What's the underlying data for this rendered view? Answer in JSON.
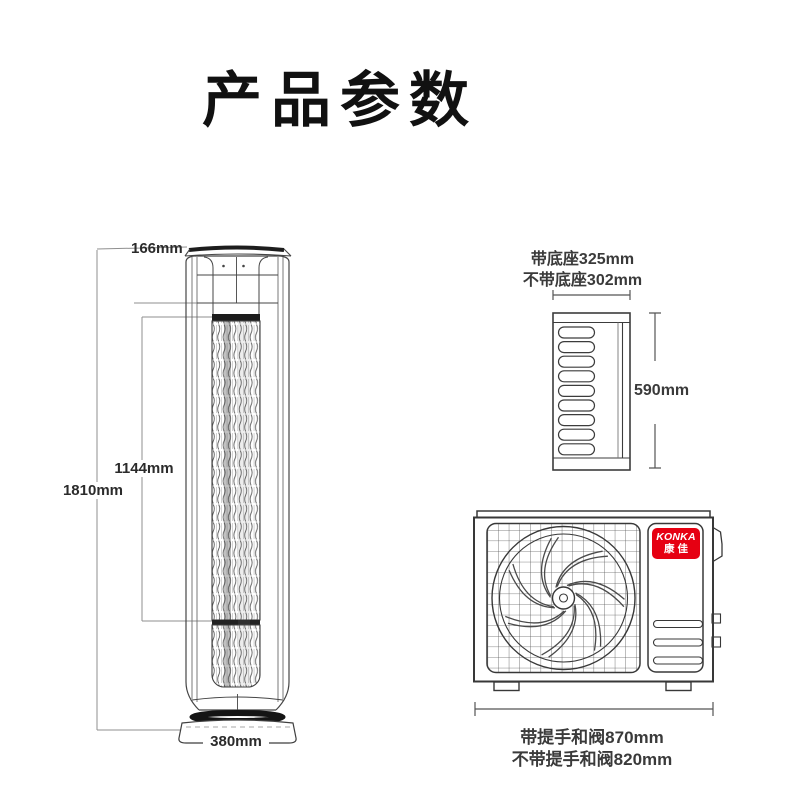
{
  "title": "产品参数",
  "indoor_unit": {
    "top_width": "166mm",
    "grille_height": "1144mm",
    "total_height": "1810mm",
    "base_width": "380mm"
  },
  "outdoor_unit_side": {
    "width_with_base": "带底座325mm",
    "width_without_base": "不带底座302mm",
    "height": "590mm"
  },
  "outdoor_unit_front": {
    "width_with_handle_valve": "带提手和阀870mm",
    "width_without_handle_valve": "不带提手和阀820mm",
    "brand_logo": {
      "latin": "KONKA",
      "chinese": "康佳",
      "background_color": "#e60012",
      "text_color": "#ffffff"
    }
  },
  "colors": {
    "background": "#ffffff",
    "title_text": "#111111",
    "label_text": "#333333",
    "line_art": "#454545",
    "dimension_line": "#8f8f8f",
    "brand_red": "#e60012"
  }
}
